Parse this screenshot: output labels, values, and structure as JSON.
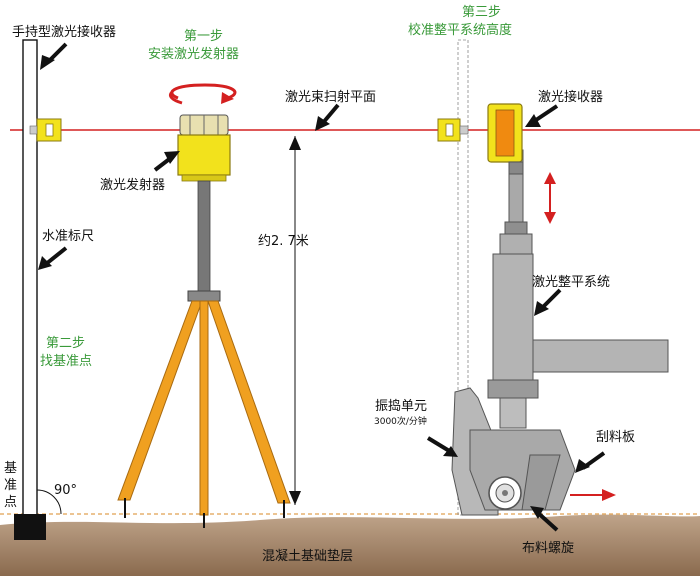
{
  "labels": {
    "handheld_receiver": "手持型激光接收器",
    "step1_title": "第一步",
    "step1_desc": "安装激光发射器",
    "step3_title": "第三步",
    "step3_desc": "校准整平系统高度",
    "laser_plane": "激光束扫射平面",
    "laser_receiver": "激光接收器",
    "laser_emitter": "激光发射器",
    "level_rod": "水准标尺",
    "height_approx": "约2. 7米",
    "leveling_system": "激光整平系统",
    "step2_title": "第二步",
    "step2_desc": "找基准点",
    "vibrator_unit": "振捣单元",
    "vibrator_freq": "3000次/分钟",
    "scraper": "刮料板",
    "datum_1": "基",
    "datum_2": "准",
    "datum_3": "点",
    "angle": "90°",
    "auger": "布料螺旋",
    "ground": "混凝土基础垫层"
  },
  "colors": {
    "laser_line": "#d42020",
    "yellow_device": "#f2e21c",
    "tripod_orange": "#f0a020",
    "machine_gray": "#a9a9a9",
    "ground_brown": "#9b7b5e",
    "step_green": "#3a9a3a"
  }
}
